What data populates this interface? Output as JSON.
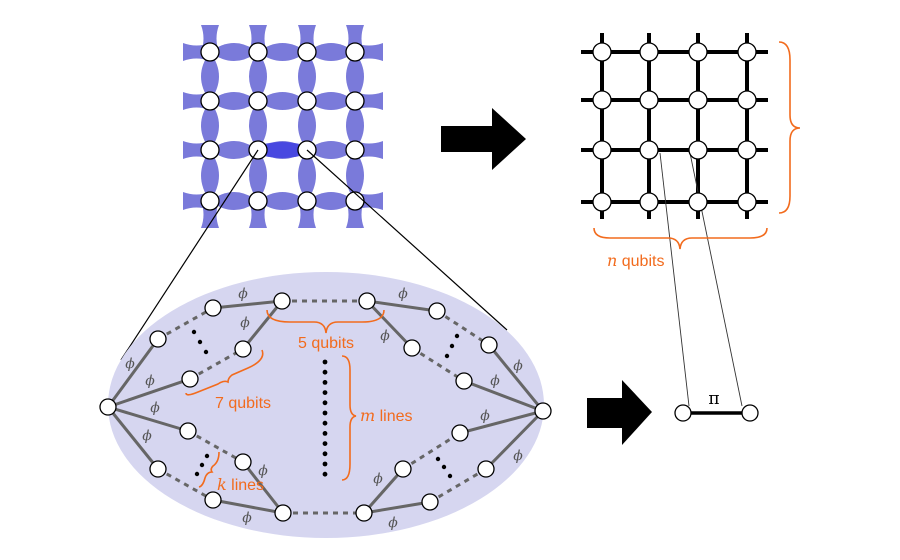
{
  "labels": {
    "five_qubits": "5 qubits",
    "seven_qubits": "7 qubits",
    "m_lines_var": "m",
    "m_lines_text": " lines",
    "k_lines_var": "k",
    "k_lines_text": " lines",
    "n_qubits_var": "n",
    "n_qubits_text": " qubits",
    "phi": "ϕ",
    "pi": "π"
  },
  "colors": {
    "brace": "#f26b1d",
    "lattice_bond": "#6b6bd6",
    "ellipse_fill": "#d6d6f0",
    "edge": "#666666"
  }
}
